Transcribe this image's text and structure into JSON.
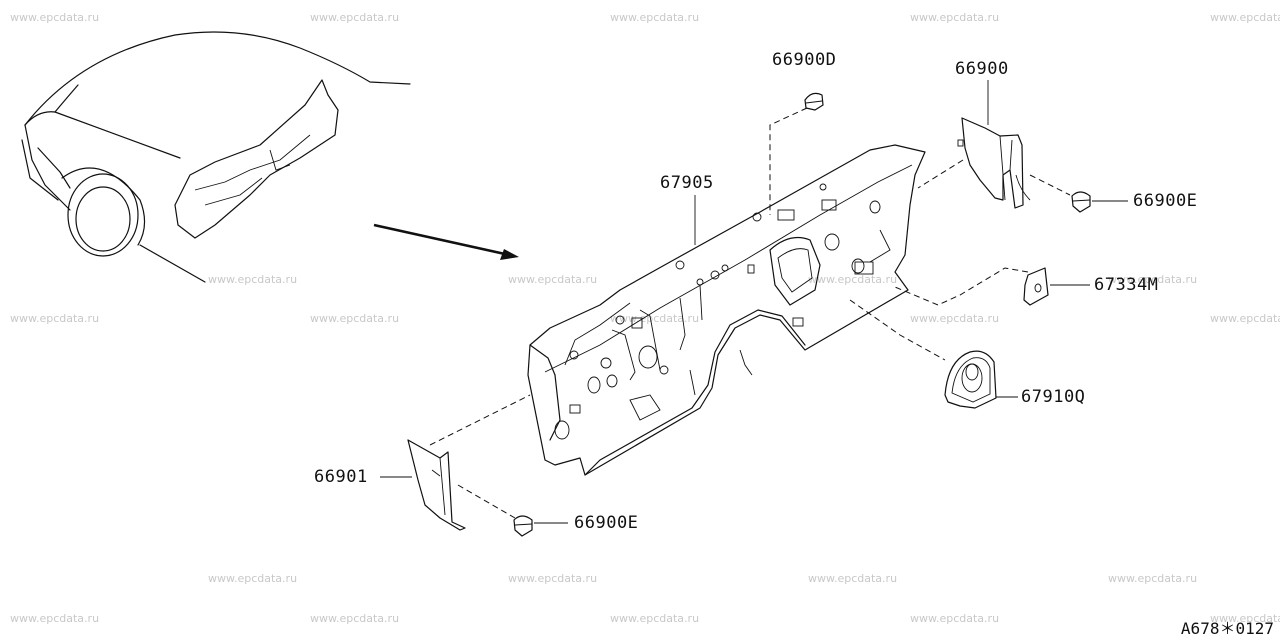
{
  "watermark": "www.epcdata.ru",
  "diagram_code": "A678＊0127",
  "parts": {
    "p66900D": "66900D",
    "p66900": "66900",
    "p67905": "67905",
    "p66900E_upper": "66900E",
    "p67334M": "67334M",
    "p67910Q": "67910Q",
    "p66901": "66901",
    "p66900E_lower": "66900E"
  },
  "colors": {
    "line": "#111111",
    "watermark": "#c8c8c8",
    "background": "#ffffff"
  }
}
